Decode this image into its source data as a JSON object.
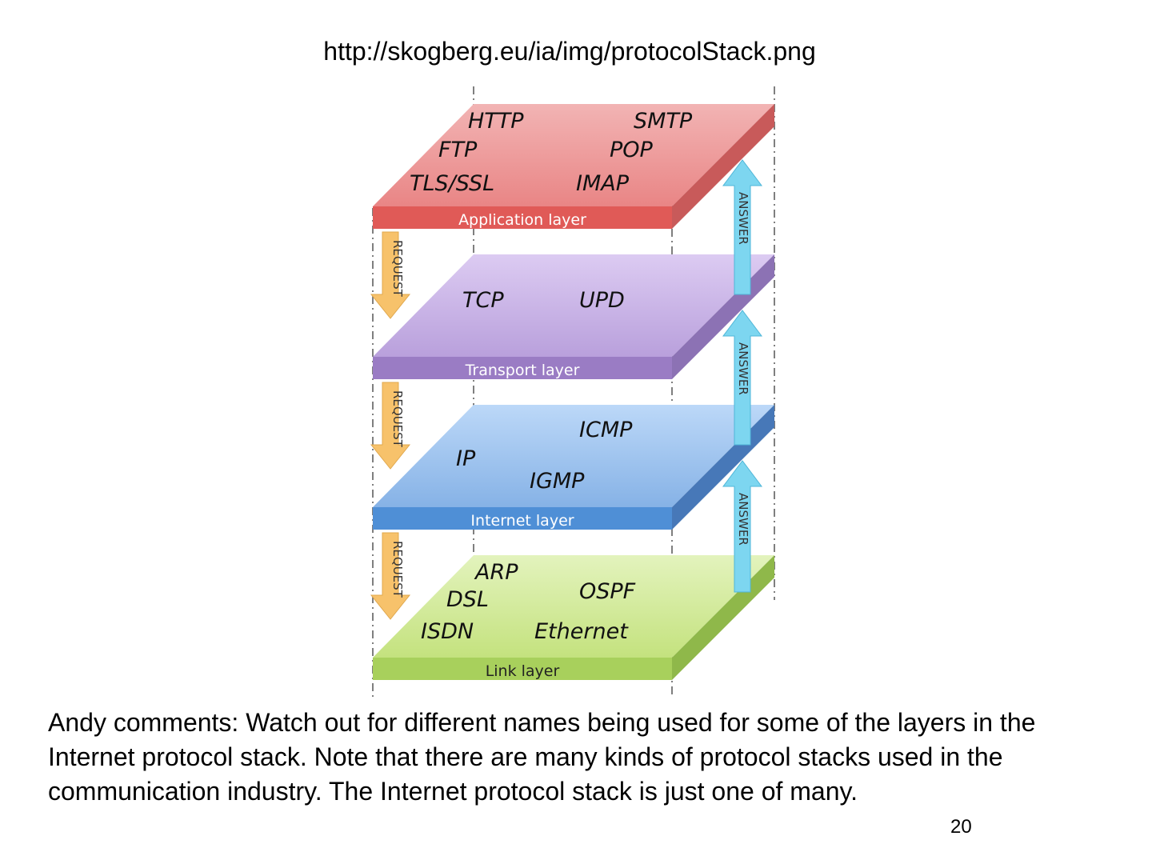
{
  "slide": {
    "title": "http://skogberg.eu/ia/img/protocolStack.png",
    "comment": "Andy comments:  Watch out for different names being used for some of the layers in the Internet protocol stack. Note that there are many kinds of protocol stacks used in the communication industry. The Internet protocol stack is just one of many.",
    "page_number": "20"
  },
  "diagram": {
    "layers": [
      {
        "name": "Application layer",
        "color": "#e35d5d",
        "top_color": "#f0a2a2",
        "protocols": [
          "HTTP",
          "SMTP",
          "FTP",
          "POP",
          "TLS/SSL",
          "IMAP"
        ]
      },
      {
        "name": "Transport layer",
        "color": "#9a7cc4",
        "top_color": "#cdb8e8",
        "protocols": [
          "TCP",
          "UPD"
        ]
      },
      {
        "name": "Internet layer",
        "color": "#4f8fd6",
        "top_color": "#a4c6f0",
        "protocols": [
          "ICMP",
          "IP",
          "IGMP"
        ]
      },
      {
        "name": "Link layer",
        "color": "#a8d05c",
        "top_color": "#d3ea9c",
        "protocols": [
          "ARP",
          "DSL",
          "OSPF",
          "ISDN",
          "Ethernet"
        ]
      }
    ],
    "request_arrow_text": "REQUEST",
    "answer_arrow_text": "ANSWER",
    "request_color": "#f7c26b",
    "answer_color": "#7dd6f0"
  }
}
